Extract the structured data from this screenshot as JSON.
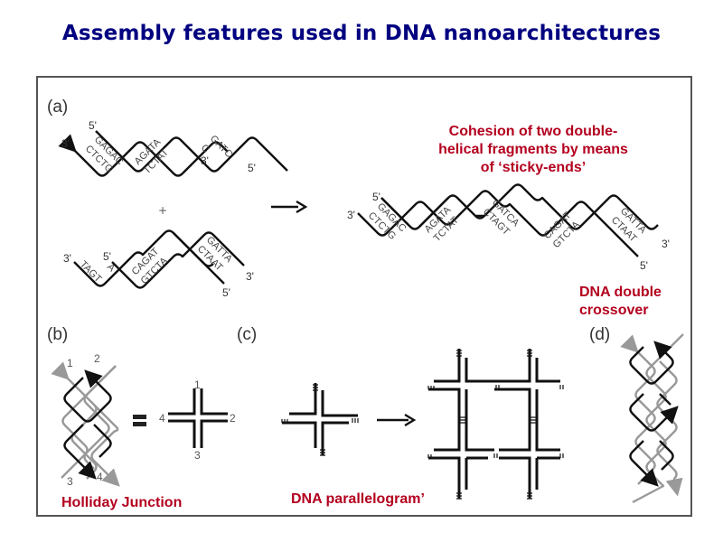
{
  "title": "Assembly features used in DNA nanoarchitectures",
  "panels": {
    "a": {
      "label": "(a)",
      "caption": [
        "Cohesion of two double-",
        "helical fragments by means",
        "of ‘sticky-ends’"
      ],
      "fragment1": {
        "end_top_left": "5'",
        "end_left": "3'",
        "end_mid": "3'",
        "end_right": "5'",
        "sequences": [
          [
            "GAGAC",
            "CTCTG"
          ],
          [
            "AGATA",
            "TCTAT"
          ],
          [
            "GATC",
            "C"
          ]
        ]
      },
      "plus": "+",
      "fragment2": {
        "end_left": "3'",
        "end_top": "5'",
        "end_right_top": "3'",
        "end_right_bottom": "5'",
        "sequences": [
          [
            "A",
            "TAGT"
          ],
          [
            "CAGAT",
            "GTCTA"
          ],
          [
            "GATTA",
            "CTAAT"
          ]
        ]
      },
      "product": {
        "end_top_left": "5'",
        "end_left": "3'",
        "end_right_top": "3'",
        "end_right_bottom": "5'",
        "sequences": [
          [
            "GAGAC",
            "CTCTG"
          ],
          [
            "AGATA",
            "TCTAT"
          ],
          [
            "GATCA",
            "CTAGT"
          ],
          [
            "CAGAT",
            "GTCTA"
          ],
          [
            "GATTA",
            "CTAAT"
          ]
        ]
      }
    },
    "b": {
      "label": "(b)",
      "caption": "Holliday Junction",
      "strand_numbers": [
        "1",
        "2",
        "3",
        "4"
      ],
      "equals": "="
    },
    "c": {
      "label": "(c)",
      "caption": "DNA parallelogram’"
    },
    "d": {
      "label": "(d)",
      "caption": [
        "DNA double",
        "crossover"
      ]
    }
  },
  "colors": {
    "title": "#000080",
    "caption": "#b3001e",
    "strand_dark": "#111111",
    "strand_light": "#999999",
    "frame": "#555555"
  }
}
